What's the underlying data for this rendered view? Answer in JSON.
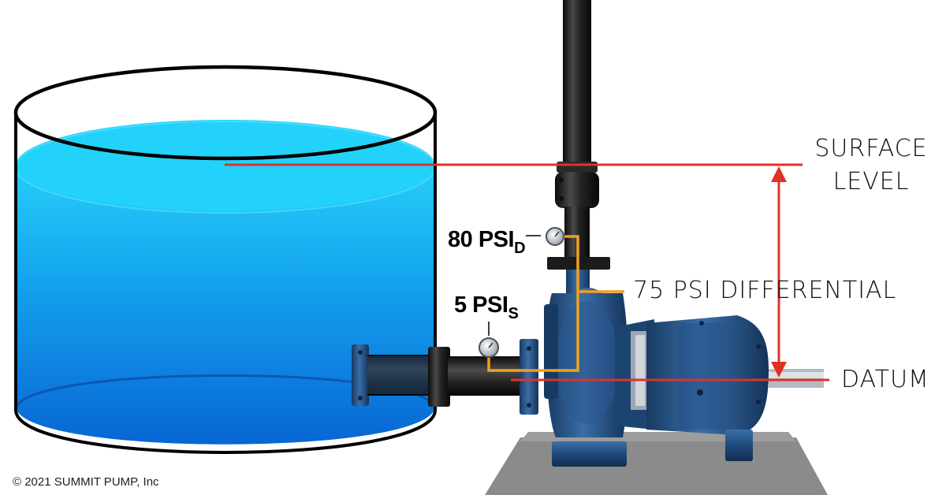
{
  "labels": {
    "surface_level": [
      "SURFACE",
      "LEVEL"
    ],
    "differential": "75 PSI DIFFERENTIAL",
    "datum": "DATUM",
    "discharge_gauge": {
      "value": "80 PSI",
      "subscript": "D"
    },
    "suction_gauge": {
      "value": "5 PSI",
      "subscript": "S"
    },
    "copyright": "© 2021 SUMMIT PUMP, Inc"
  },
  "colors": {
    "reference_line": "#e03127",
    "gauge_tubing": "#f0a020",
    "water_top": "#27d4fa",
    "water_bottom": "#0a6fd8",
    "pump_body": "#1f4a7c",
    "pipe": "#1b1b1b",
    "base": "#8b8b8b",
    "tank_outline": "#000000"
  },
  "icons": {
    "gauges": [
      "pressure-gauge-icon",
      "pressure-gauge-icon"
    ],
    "arrow": "double-headed-arrow"
  }
}
